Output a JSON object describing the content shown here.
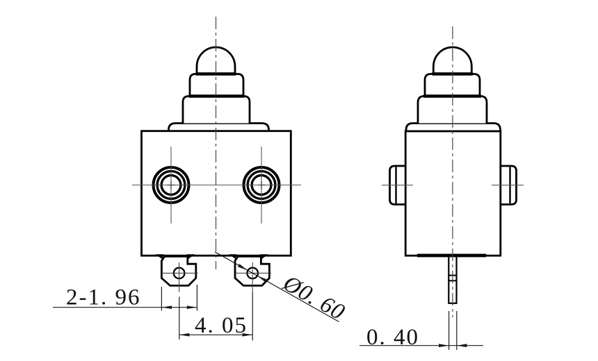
{
  "drawing": {
    "kind": "engineering-two-view-drawing",
    "dimensions": {
      "terminal_width": "2-1. 96",
      "terminal_pitch": "4. 05",
      "hole_diameter": "Ø0. 60",
      "pin_width": "0. 40"
    },
    "colors": {
      "outline": "#000000",
      "centerline": "#555555",
      "dimension_line": "#1a1a1a",
      "background": "#ffffff"
    }
  }
}
